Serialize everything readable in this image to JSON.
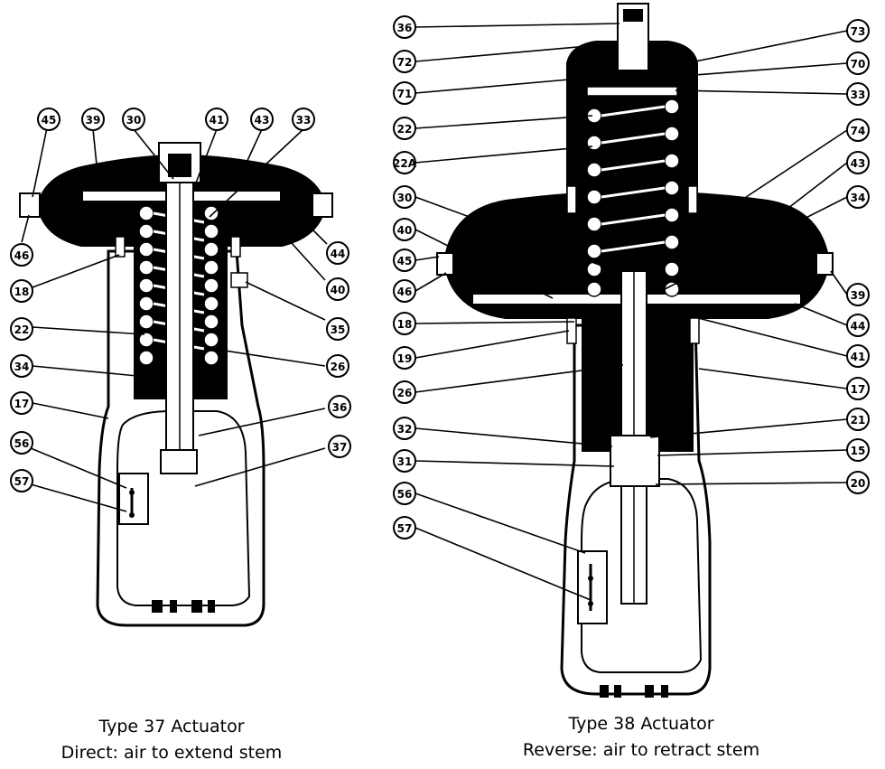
{
  "captions": {
    "left": {
      "line1": "Type 37 Actuator",
      "line2": "Direct:  air to extend stem"
    },
    "right": {
      "line1": "Type 38 Actuator",
      "line2": "Reverse:  air to retract stem"
    }
  },
  "callouts": {
    "left": [
      "45",
      "39",
      "30",
      "41",
      "43",
      "33",
      "46",
      "44",
      "18",
      "40",
      "35",
      "22",
      "26",
      "34",
      "17",
      "36",
      "56",
      "37",
      "57"
    ],
    "right": [
      "36",
      "72",
      "71",
      "73",
      "70",
      "33",
      "22",
      "22A",
      "74",
      "30",
      "43",
      "40",
      "34",
      "45",
      "46",
      "39",
      "18",
      "44",
      "19",
      "41",
      "26",
      "17",
      "32",
      "21",
      "31",
      "15",
      "20",
      "56",
      "57"
    ]
  }
}
